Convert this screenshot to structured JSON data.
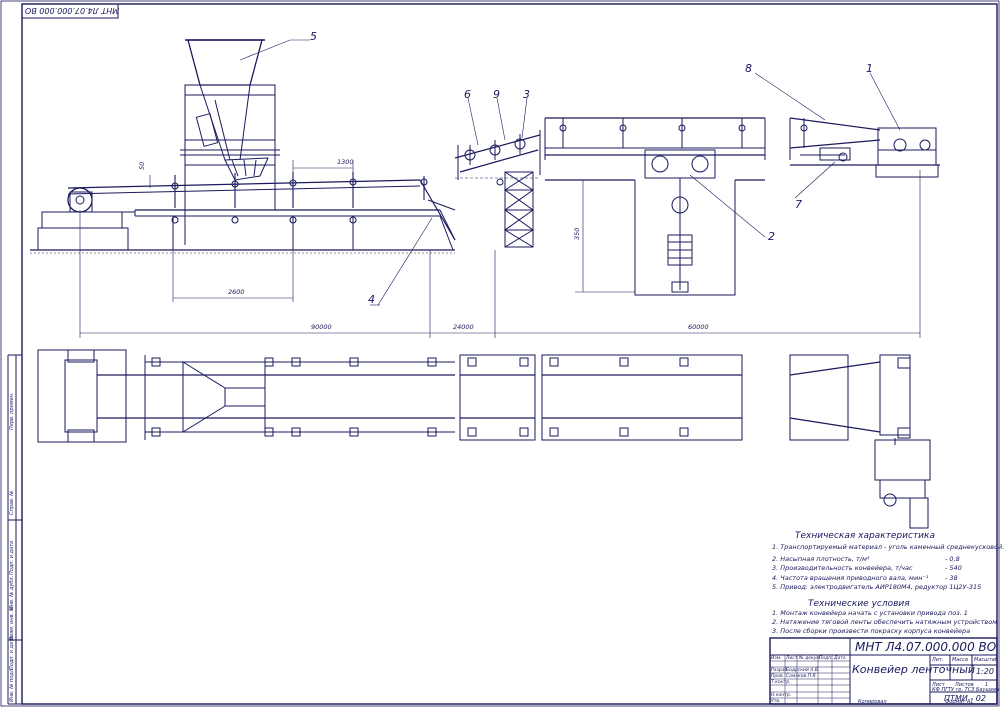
{
  "stamp": "МНТ Л4.07.000.000 ВО",
  "callouts": {
    "c1": "1",
    "c2": "2",
    "c3": "3",
    "c4": "4",
    "c5": "5",
    "c6": "6",
    "c7": "7",
    "c8": "8",
    "c9": "9"
  },
  "dims": {
    "d50": "50",
    "d1300": "1300",
    "d2600": "2600",
    "d350": "350",
    "d90000": "90000",
    "d24000": "24000",
    "d60000": "60000"
  },
  "tech_char": {
    "title": "Техническая характеристика",
    "items": [
      {
        "text": "1. Транспортируемый материал - уголь каменный среднекусковой.",
        "value": ""
      },
      {
        "text": "2. Насыпная плотность, т/м³",
        "value": "- 0,8"
      },
      {
        "text": "3. Производительность конвейера, т/час",
        "value": "- 540"
      },
      {
        "text": "4. Частота вращения приводного вала, мин⁻¹",
        "value": "- 38"
      },
      {
        "text": "5. Привод: электродвигатель АИР180М4, редуктор 1Ц2У-315",
        "value": ""
      }
    ]
  },
  "tech_cond": {
    "title": "Технические условия",
    "items": [
      "1. Монтаж конвейера начать с установки привода поз. 1",
      "2. Натяжение тяговой ленты обеспечить натяжным устройством",
      "3. После сборки произвести покраску корпуса конвейера"
    ]
  },
  "title_block": {
    "doc_code": "МНТ Л4.07.000.000 ВО",
    "name": "Конвейер ленточный",
    "lit": "Лит.",
    "mass": "Масса",
    "scale_label": "Масштаб",
    "scale": "1:20",
    "sheet": "Лист",
    "sheets": "Листов",
    "sheets_n": "1",
    "org1": "КФ ПГТУ гр. ТСЗ Баушева",
    "org2": "ПТМИ - 02",
    "roles": [
      "Изм.",
      "Лист",
      "№ докум.",
      "Подп.",
      "Дата"
    ],
    "razrab": "Разраб.",
    "razrab_name": "Бодрский А.В.",
    "prov": "Пров.",
    "prov_name": "Самаков П.Я.",
    "tkontr": "Т.контр.",
    "nkontr": "Н.контр.",
    "utv": "Утв.",
    "copy": "Копировал",
    "format": "Формат А1"
  },
  "side_labels": [
    "Перв. примен.",
    "Справ. №",
    "Подп. и дата",
    "Инв. № дубл.",
    "Взам. инв. №",
    "Подп. и дата",
    "Инв. № подл."
  ]
}
